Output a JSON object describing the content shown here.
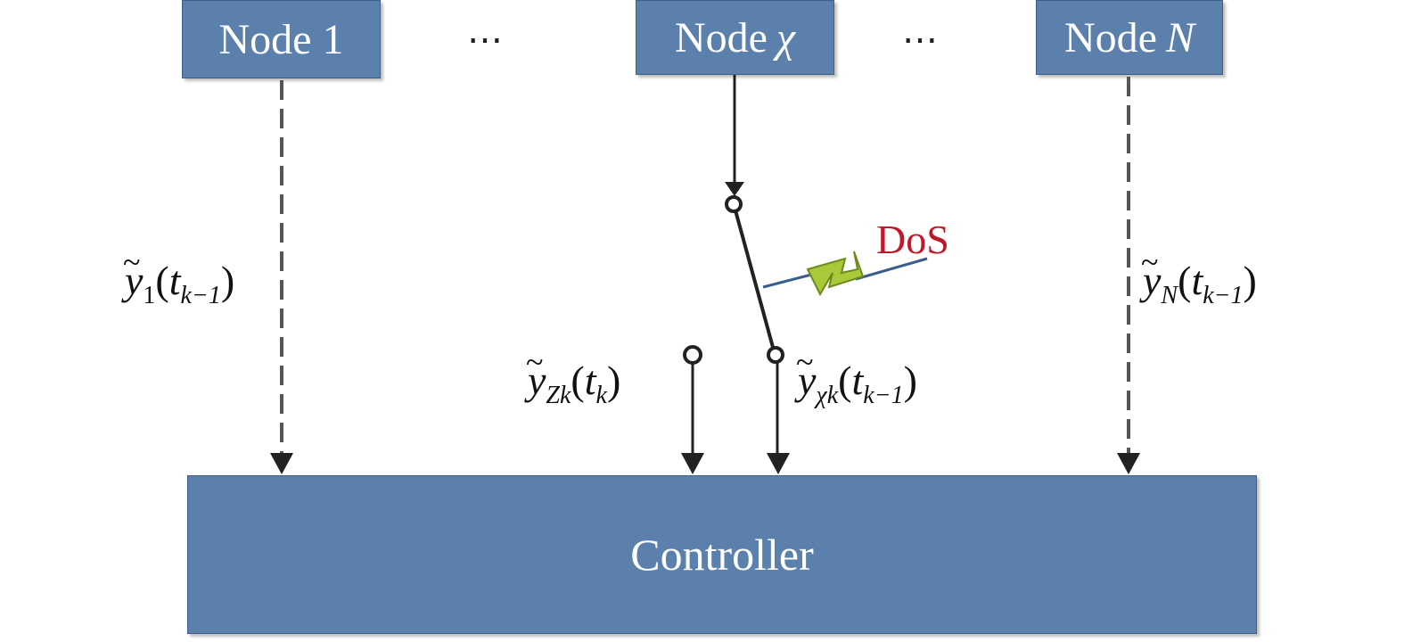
{
  "nodes": {
    "first": {
      "label": "Node 1"
    },
    "middle": {
      "prefix": "Node",
      "var": "χ"
    },
    "last": {
      "prefix": "Node",
      "var": "N"
    }
  },
  "ellipsis": "…",
  "controller": {
    "label": "Controller"
  },
  "attack": {
    "label": "DoS"
  },
  "signals": {
    "y1": {
      "var": "y",
      "sub": "1",
      "arg": "t",
      "arg_sub": "k−1"
    },
    "yN": {
      "var": "y",
      "sub": "N",
      "arg": "t",
      "arg_sub": "k−1"
    },
    "yZk": {
      "var": "y",
      "sub": "Zk",
      "arg": "t",
      "arg_sub": "k"
    },
    "ychik": {
      "var": "y",
      "sub": "χk",
      "arg": "t",
      "arg_sub": "k−1"
    }
  },
  "colors": {
    "box_fill": "#5b80ac",
    "dos_text": "#c0182a",
    "bolt_fill": "#a8c93a"
  }
}
